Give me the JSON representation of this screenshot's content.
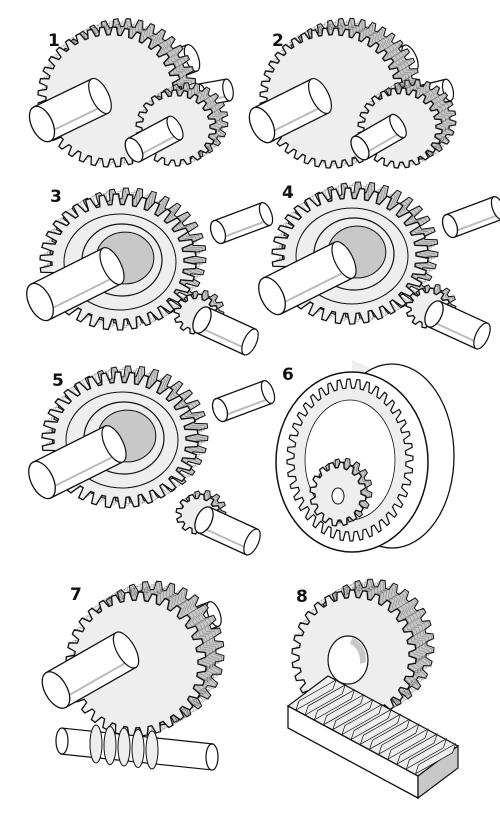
{
  "figure": {
    "panels": [
      {
        "number": "1",
        "kind": "spur-gears"
      },
      {
        "number": "2",
        "kind": "helical-gears"
      },
      {
        "number": "3",
        "kind": "straight-bevel-gears"
      },
      {
        "number": "4",
        "kind": "spiral-bevel-gears"
      },
      {
        "number": "5",
        "kind": "hypoid-gears"
      },
      {
        "number": "6",
        "kind": "internal-gear"
      },
      {
        "number": "7",
        "kind": "worm-gear"
      },
      {
        "number": "8",
        "kind": "rack-and-pinion"
      }
    ],
    "colors": {
      "ink": "#111111",
      "face": "#eeeeee",
      "shade": "#c8c8c8",
      "paper": "#ffffff"
    }
  }
}
